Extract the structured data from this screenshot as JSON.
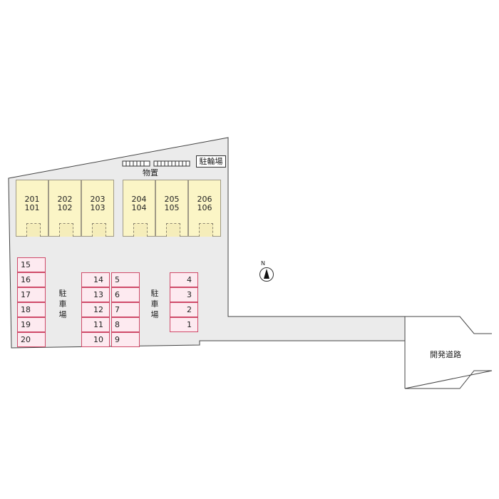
{
  "units": [
    {
      "upper": "201",
      "lower": "101"
    },
    {
      "upper": "202",
      "lower": "102"
    },
    {
      "upper": "203",
      "lower": "103"
    },
    {
      "upper": "204",
      "lower": "104"
    },
    {
      "upper": "205",
      "lower": "105"
    },
    {
      "upper": "206",
      "lower": "106"
    }
  ],
  "parking_spaces": {
    "west_column": [
      "15",
      "16",
      "17",
      "18",
      "19",
      "20"
    ],
    "center_left_column": [
      "14",
      "13",
      "12",
      "11",
      "10"
    ],
    "center_right_column": [
      "5",
      "6",
      "7",
      "8",
      "9"
    ],
    "east_column": [
      "4",
      "3",
      "2",
      "1"
    ]
  },
  "labels": {
    "storage": "物置",
    "bicycle_parking": "駐輪場",
    "parking_lot_west": "駐車場",
    "parking_lot_east": "駐車場",
    "development_road": "開発道路",
    "north": "N"
  },
  "colors": {
    "site_fill": "#ebebeb",
    "unit_fill": "#fbf5c6",
    "parking_fill": "#fdeaf0",
    "parking_border": "#cf4a69"
  }
}
